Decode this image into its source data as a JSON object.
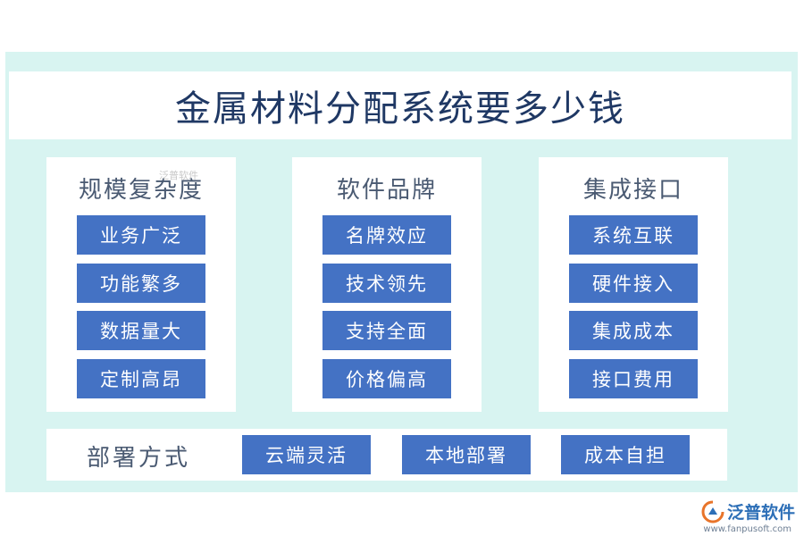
{
  "title": "金属材料分配系统要多少钱",
  "columns": [
    {
      "heading": "规模复杂度",
      "items": [
        "业务广泛",
        "功能繁多",
        "数据量大",
        "定制高昂"
      ]
    },
    {
      "heading": "软件品牌",
      "items": [
        "名牌效应",
        "技术领先",
        "支持全面",
        "价格偏高"
      ]
    },
    {
      "heading": "集成接口",
      "items": [
        "系统互联",
        "硬件接入",
        "集成成本",
        "接口费用"
      ]
    }
  ],
  "deployment": {
    "label": "部署方式",
    "items": [
      "云端灵活",
      "本地部署",
      "成本自担"
    ]
  },
  "watermark": "泛普软件",
  "logo": {
    "name": "泛普软件",
    "url": "www.fanpusoft.com"
  },
  "colors": {
    "chip": "#4472c4",
    "frame": "#d8f4f1",
    "title": "#1f3864",
    "heading": "#4a5a72",
    "logo": "#2d6fb7"
  }
}
